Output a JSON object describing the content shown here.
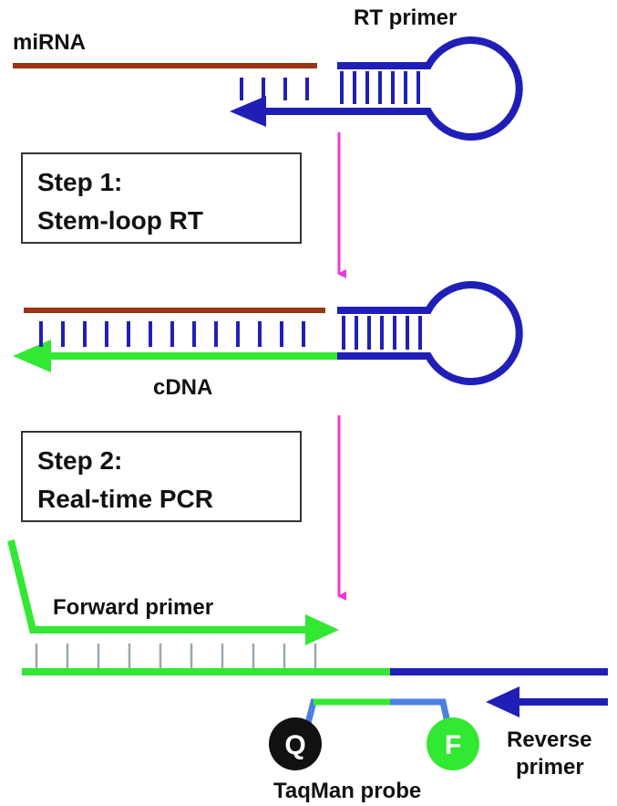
{
  "labels": {
    "mirna": "miRNA",
    "rt_primer": "RT primer",
    "cdna": "cDNA",
    "forward_primer": "Forward primer",
    "taqman_probe": "TaqMan probe",
    "reverse_primer_line1": "Reverse",
    "reverse_primer_line2": "primer",
    "quencher": "Q",
    "fluorophore": "F"
  },
  "steps": [
    {
      "line1": "Step 1:",
      "line2": "Stem-loop RT"
    },
    {
      "line1": "Step 2:",
      "line2": "Real-time PCR"
    }
  ],
  "colors": {
    "mirna": "#9a3412",
    "rt_primer": "#1f1fb8",
    "cdna": "#33e833",
    "arrow": "#e63bd8",
    "rungs_pcr": "#9aa7b0",
    "probe_link": "#4d7fe0",
    "quencher": "#111111",
    "fluorophore": "#33e833"
  }
}
